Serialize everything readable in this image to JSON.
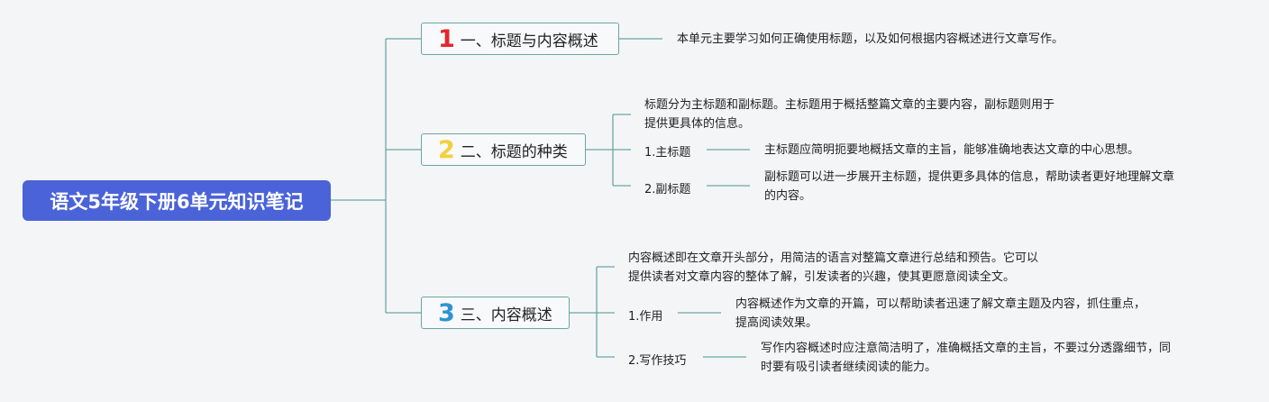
{
  "root": {
    "title": "语文5年级下册6单元知识笔记"
  },
  "branches": [
    {
      "num": "1",
      "num_color": "#e3262d",
      "title": "一、标题与内容概述",
      "desc": "本单元主要学习如何正确使用标题，以及如何根据内容概述进行文章写作。"
    },
    {
      "num": "2",
      "num_color": "#f4cf3a",
      "title": "二、标题的种类",
      "intro": [
        "标题分为主标题和副标题。主标题用于概括整篇文章的主要内容，副标题则用于",
        "提供更具体的信息。"
      ],
      "items": [
        {
          "label": "1.主标题",
          "text": [
            "主标题应简明扼要地概括文章的主旨，能够准确地表达文章的中心思想。"
          ]
        },
        {
          "label": "2.副标题",
          "text": [
            "副标题可以进一步展开主标题，提供更多具体的信息，帮助读者更好地理解文章",
            "的内容。"
          ]
        }
      ]
    },
    {
      "num": "3",
      "num_color": "#2f93d1",
      "title": "三、内容概述",
      "intro": [
        "内容概述即在文章开头部分，用简洁的语言对整篇文章进行总结和预告。它可以",
        "提供读者对文章内容的整体了解，引发读者的兴趣，使其更愿意阅读全文。"
      ],
      "items": [
        {
          "label": "1.作用",
          "text": [
            "内容概述作为文章的开篇，可以帮助读者迅速了解文章主题及内容，抓住重点，",
            "提高阅读效果。"
          ]
        },
        {
          "label": "2.写作技巧",
          "text": [
            "写作内容概述时应注意简洁明了，准确概括文章的主旨，不要过分透露细节，同",
            "时要有吸引读者继续阅读的能力。"
          ]
        }
      ]
    }
  ],
  "colors": {
    "connector": "#6aa6a3",
    "root_bg": "#4a63d8"
  }
}
